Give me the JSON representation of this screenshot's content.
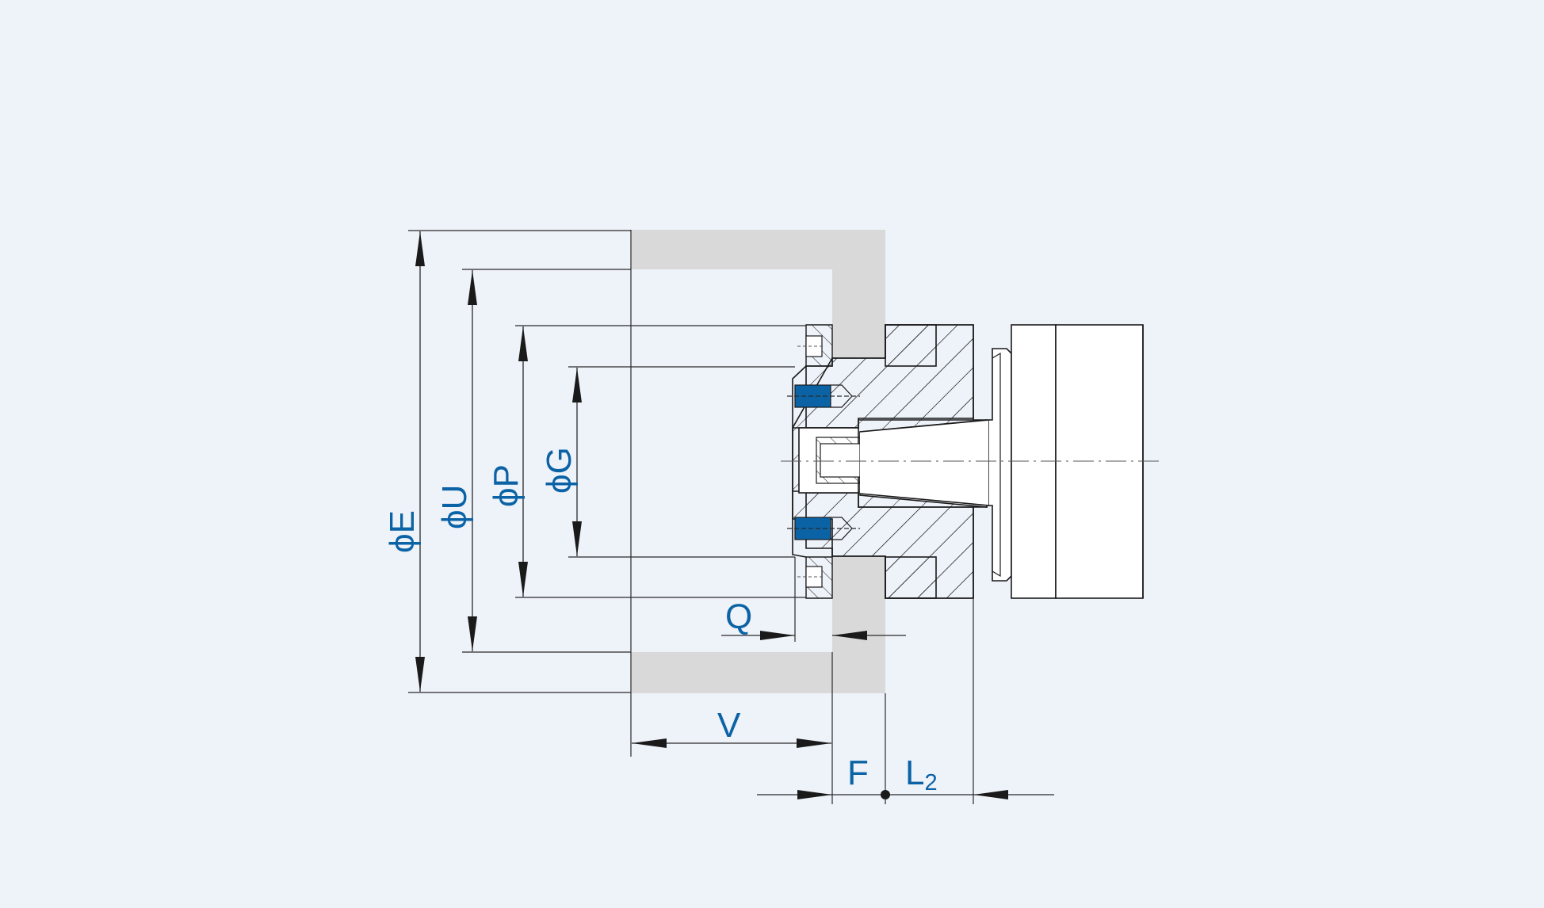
{
  "dimensions": {
    "E": {
      "symbol": "ϕ",
      "letter": "E"
    },
    "U": {
      "symbol": "ϕ",
      "letter": "U"
    },
    "P": {
      "symbol": "ϕ",
      "letter": "P"
    },
    "G": {
      "symbol": "ϕ",
      "letter": "G"
    },
    "Q": "Q",
    "V": "V",
    "F": "F",
    "L2": {
      "letter": "L",
      "subscript": "2"
    }
  },
  "colors": {
    "background": "#eef2f9",
    "label": "#0b63a5",
    "line": "#1a1a1a",
    "mounting_surface": "#d9d9d9",
    "screw_highlight": "#0b63a5"
  }
}
